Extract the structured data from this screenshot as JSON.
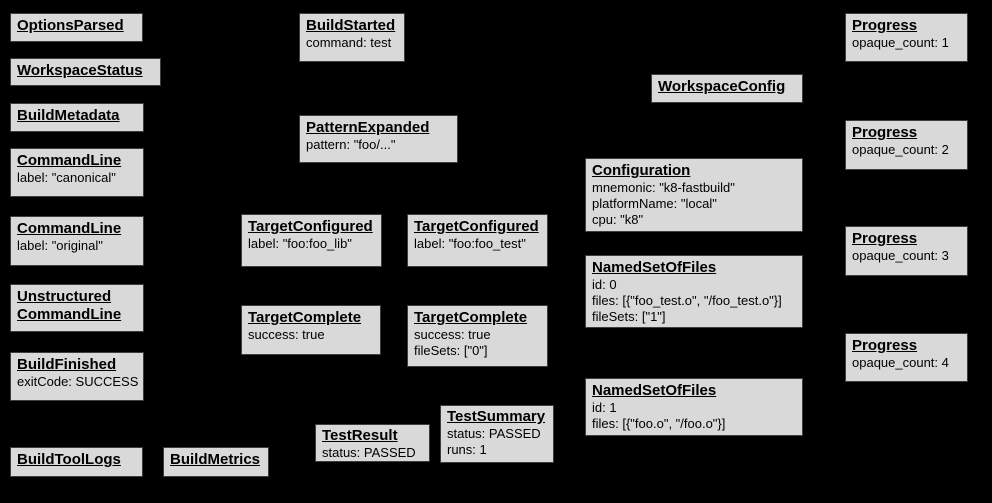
{
  "diagram": {
    "background_color": "#000000",
    "node_fill_color": "#d9d9d9",
    "node_border_color": "#3d3d3d",
    "node_text_color": "#000000"
  },
  "boxes": [
    {
      "title": "OptionsParsed",
      "lines": []
    },
    {
      "title": "WorkspaceStatus",
      "lines": []
    },
    {
      "title": "BuildMetadata",
      "lines": []
    },
    {
      "title": "CommandLine",
      "lines": [
        "label: \"canonical\""
      ]
    },
    {
      "title": "CommandLine",
      "lines": [
        "label: \"original\""
      ]
    },
    {
      "title": "Unstructured\nCommandLine",
      "lines": []
    },
    {
      "title": "BuildFinished",
      "lines": [
        "exitCode: SUCCESS"
      ]
    },
    {
      "title": "BuildToolLogs",
      "lines": []
    },
    {
      "title": "BuildMetrics",
      "lines": []
    },
    {
      "title": "BuildStarted",
      "lines": [
        "command: test"
      ]
    },
    {
      "title": "PatternExpanded",
      "lines": [
        "pattern: \"foo/...\""
      ]
    },
    {
      "title": "TargetConfigured",
      "lines": [
        "label: \"foo:foo_lib\""
      ]
    },
    {
      "title": "TargetConfigured",
      "lines": [
        "label: \"foo:foo_test\""
      ]
    },
    {
      "title": "TargetComplete",
      "lines": [
        "success: true"
      ]
    },
    {
      "title": "TargetComplete",
      "lines": [
        "success: true",
        "fileSets: [\"0\"]"
      ]
    },
    {
      "title": "TestResult",
      "lines": [
        "status: PASSED"
      ]
    },
    {
      "title": "TestSummary",
      "lines": [
        "status: PASSED",
        "runs: 1"
      ]
    },
    {
      "title": "WorkspaceConfig",
      "lines": []
    },
    {
      "title": "Configuration",
      "lines": [
        "mnemonic: \"k8-fastbuild\"",
        "platformName: \"local\"",
        "cpu: \"k8\""
      ]
    },
    {
      "title": "NamedSetOfFiles",
      "lines": [
        "id: 0",
        "files: [{\"foo_test.o\", \"/foo_test.o\"}]",
        "fileSets: [\"1\"]"
      ]
    },
    {
      "title": "NamedSetOfFiles",
      "lines": [
        "id: 1",
        "files: [{\"foo.o\", \"/foo.o\"}]"
      ]
    },
    {
      "title": "Progress",
      "lines": [
        "opaque_count: 1"
      ]
    },
    {
      "title": "Progress",
      "lines": [
        "opaque_count: 2"
      ]
    },
    {
      "title": "Progress",
      "lines": [
        "opaque_count: 3"
      ]
    },
    {
      "title": "Progress",
      "lines": [
        "opaque_count: 4"
      ]
    }
  ]
}
